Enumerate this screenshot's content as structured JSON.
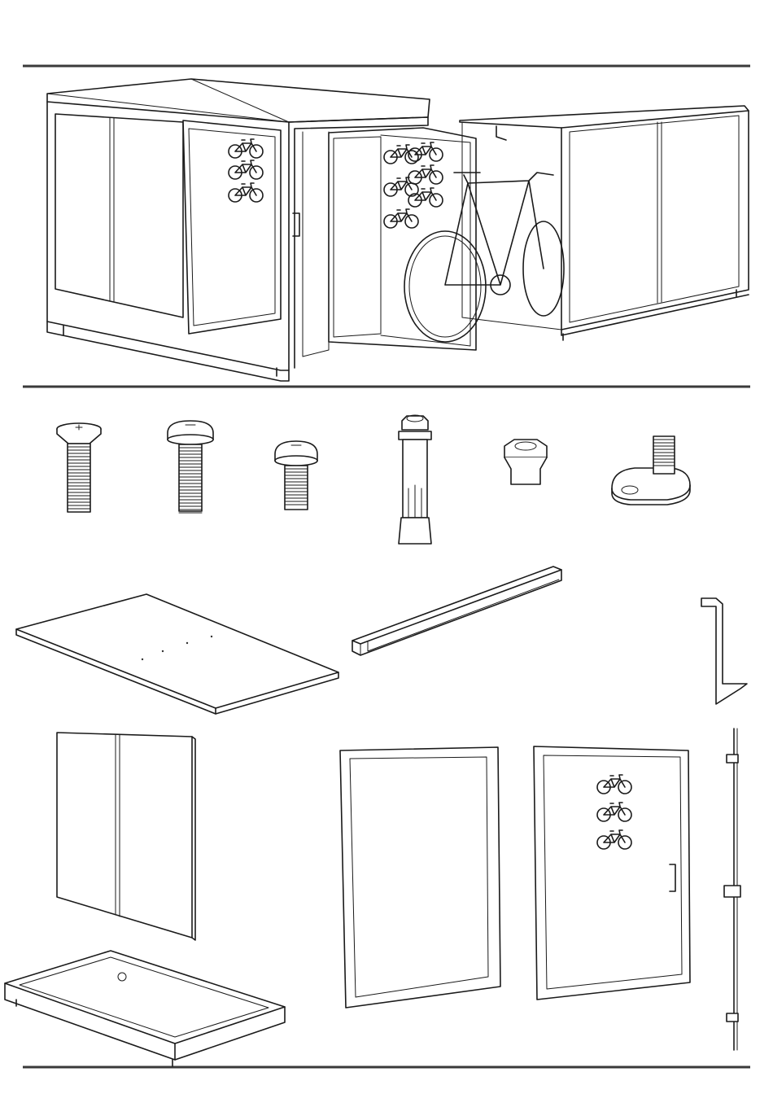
{
  "sheet": {
    "line_color": "#1a1a1a",
    "rule_color": "#3a3a3a",
    "background": "#ffffff"
  },
  "parts": [
    {
      "id": "countersunk-bolt",
      "icon": "countersunk-bolt-icon"
    },
    {
      "id": "pan-head-screw-long",
      "icon": "pan-head-screw-icon"
    },
    {
      "id": "pan-head-screw-short",
      "icon": "pan-head-screw-icon"
    },
    {
      "id": "expansion-anchor",
      "icon": "expansion-anchor-icon"
    },
    {
      "id": "hex-nut",
      "icon": "hex-nut-icon"
    },
    {
      "id": "leveling-foot",
      "icon": "leveling-foot-icon"
    },
    {
      "id": "roof-panel",
      "icon": "roof-panel-icon"
    },
    {
      "id": "door-rail",
      "icon": "rail-channel-icon"
    },
    {
      "id": "wall-hook",
      "icon": "hook-icon"
    },
    {
      "id": "side-wall-panel",
      "icon": "wall-panel-icon"
    },
    {
      "id": "door-frame",
      "icon": "door-frame-icon"
    },
    {
      "id": "door-with-bike-symbols",
      "icon": "bike-symbol-icon"
    },
    {
      "id": "locking-rod",
      "icon": "locking-rod-icon"
    },
    {
      "id": "base-frame",
      "icon": "base-frame-icon"
    }
  ]
}
